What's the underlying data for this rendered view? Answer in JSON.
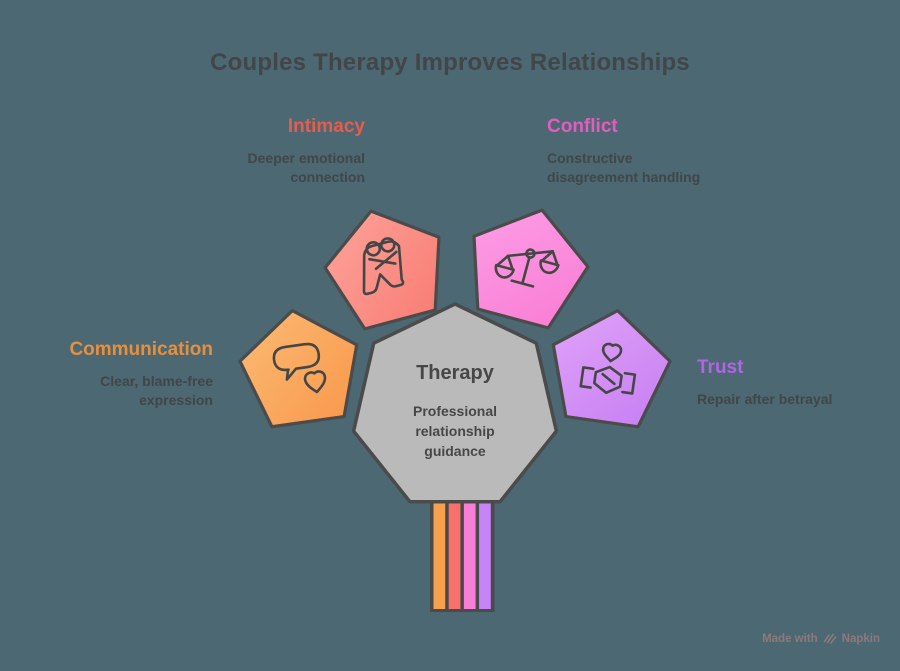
{
  "canvas": {
    "background": "#4c6872"
  },
  "title": {
    "text": "Couples Therapy Improves Relationships",
    "color": "#424649"
  },
  "center": {
    "label": "Therapy",
    "description": "Professional relationship guidance",
    "fill": "#bababa",
    "border": "#4b4b4b"
  },
  "nodes": [
    {
      "id": "intimacy",
      "label": "Intimacy",
      "label_color": "#e75d4d",
      "desc_lines": [
        "Deeper emotional",
        "connection"
      ],
      "fill_from": "#fda49c",
      "fill_to": "#f87b71",
      "icon": "hug-icon"
    },
    {
      "id": "conflict",
      "label": "Conflict",
      "label_color": "#e55cbe",
      "desc_lines": [
        "Constructive",
        "disagreement handling"
      ],
      "fill_from": "#fd9fe7",
      "fill_to": "#f97cd3",
      "icon": "scales-icon"
    },
    {
      "id": "communication",
      "label": "Communication",
      "label_color": "#e88f3e",
      "desc_lines": [
        "Clear, blame-free",
        "expression"
      ],
      "fill_from": "#fcbb73",
      "fill_to": "#f8974b",
      "icon": "speech-heart-icon"
    },
    {
      "id": "trust",
      "label": "Trust",
      "label_color": "#b164e4",
      "desc_lines": [
        "Repair after betrayal"
      ],
      "fill_from": "#e0a4f9",
      "fill_to": "#c77ef2",
      "icon": "handshake-heart-icon"
    }
  ],
  "stripes": [
    "#f6a14d",
    "#f9716c",
    "#f780d6",
    "#c585f6"
  ],
  "stripe_border": "#4a4a4a",
  "watermark": {
    "prefix": "Made with",
    "brand": "Napkin"
  }
}
